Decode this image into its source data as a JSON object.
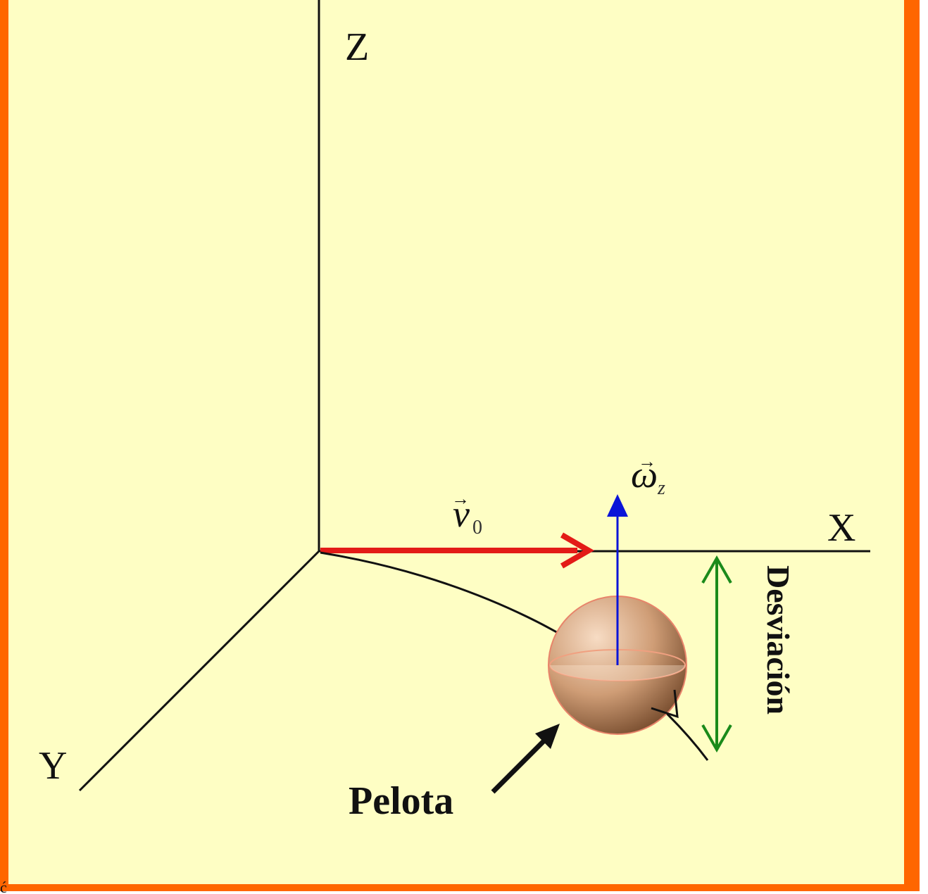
{
  "colors": {
    "background": "#fefec4",
    "frame": "#ff6600",
    "axes": "#111111",
    "velocity_arrow": "#e31b17",
    "angular_velocity_arrow": "#0a14d8",
    "deviation_arrow": "#1a8a1a",
    "ball": "#c99a72"
  },
  "axes": {
    "x_label": "X",
    "y_label": "Y",
    "z_label": "Z"
  },
  "vectors": {
    "velocity": {
      "symbol": "v",
      "subscript": "0",
      "arrow_mark": "→"
    },
    "angular_velocity": {
      "symbol": "ω",
      "subscript": "z",
      "arrow_mark": "→"
    }
  },
  "labels": {
    "deviation": "Desviación",
    "ball": "Pelota",
    "corner_fragment": "ć"
  },
  "icons": {
    "ball": "sphere-icon",
    "pointer": "arrow-pointer-icon"
  }
}
